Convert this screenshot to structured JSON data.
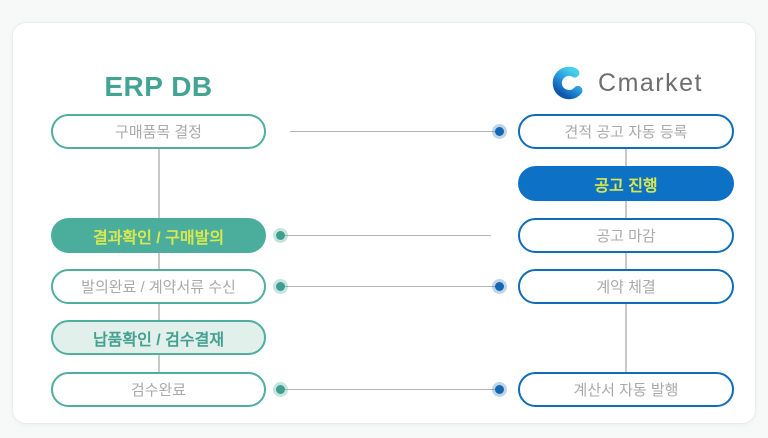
{
  "colors": {
    "teal_border": "#4FAE9E",
    "teal_fill": "#4BAD9C",
    "teal_tint_fill": "#E2F0EC",
    "teal_title": "#43A493",
    "blue_border": "#0F6CB8",
    "blue_fill": "#0D72C6",
    "lime_text": "#D9E84E",
    "muted_text": "#A9A9A9",
    "connector_line": "#B5B5B5",
    "brand_gradient_top": "#45D0E8",
    "brand_gradient_bottom": "#0D55B0"
  },
  "erp": {
    "title": "ERP DB",
    "steps": [
      {
        "label": "구매품목 결정",
        "style": "outline"
      },
      {
        "label": "결과확인 / 구매발의",
        "style": "filled"
      },
      {
        "label": "발의완료 / 계약서류 수신",
        "style": "outline"
      },
      {
        "label": "납품확인 / 검수결재",
        "style": "tinted"
      },
      {
        "label": "검수완료",
        "style": "outline"
      }
    ]
  },
  "cmarket": {
    "brand": "Cmarket",
    "steps": [
      {
        "label": "견적 공고 자동 등록",
        "style": "outline"
      },
      {
        "label": "공고 진행",
        "style": "filled"
      },
      {
        "label": "공고 마감",
        "style": "outline"
      },
      {
        "label": "계약 체결",
        "style": "outline"
      },
      {
        "label": "계산서 자동 발행",
        "style": "outline"
      }
    ]
  },
  "connections": [
    {
      "from": "구매품목 결정",
      "to": "견적 공고 자동 등록",
      "dots": [
        "right"
      ]
    },
    {
      "from": "공고 마감",
      "to": "결과확인 / 구매발의",
      "dots": [
        "left"
      ]
    },
    {
      "from": "발의완료 / 계약서류 수신",
      "to": "계약 체결",
      "dots": [
        "left",
        "right"
      ]
    },
    {
      "from": "검수완료",
      "to": "계산서 자동 발행",
      "dots": [
        "left",
        "right"
      ]
    }
  ]
}
